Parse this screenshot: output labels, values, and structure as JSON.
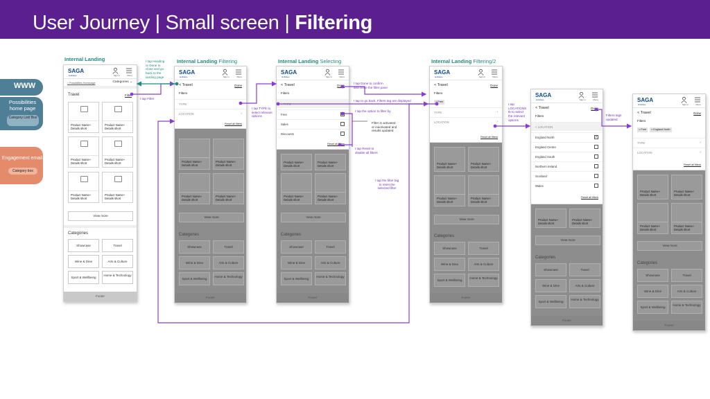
{
  "header": {
    "title_main": "User Journey | Small screen | ",
    "title_bold": "Filtering"
  },
  "sources": {
    "www": "WWW",
    "possibilities": "Possibilities home page",
    "possibilities_pill": "Category List/ Box",
    "engagement": "Engagement email",
    "engagement_pill": "Category box"
  },
  "common": {
    "logo": "SAGA",
    "logo_sub": "Holidays",
    "signin": "Sign in",
    "menu": "Menu",
    "product": "Product Name+ Details short",
    "view_more": "View more",
    "categories_title": "Categories",
    "categories": [
      "Showcase",
      "Travel",
      "Wine & Dine",
      "Arts & Culture",
      "Sport & Wellbeing",
      "Home & Technology"
    ],
    "footer": "Footer",
    "back_travel": "< Travel",
    "done": "Done",
    "filters": "Filters",
    "type": "TYPE",
    "location": "LOCATION",
    "reset": "Reset all filters",
    "back_type": "< TYPE",
    "back_location": "< LOCATION",
    "type_options": [
      "Free",
      "Sales",
      "Discounts"
    ],
    "location_options": [
      "England North",
      "England Centre",
      "England South",
      "Northern Ireland",
      "Scotland",
      "Wales"
    ],
    "tag_free": "× Free",
    "tag_england": "× England North",
    "landing_breadcrumb": "< Possibilities Homepage",
    "landing_categories": "Categories",
    "landing_travel": "Travel",
    "landing_filter": "Filter"
  },
  "screens": [
    {
      "label_bold": "Internal Landing",
      "label_rest": ""
    },
    {
      "label_bold": "Internal Landing",
      "label_rest": " Filtering"
    },
    {
      "label_bold": "Internal Landing",
      "label_rest": " Selecting"
    },
    {
      "label_bold": "Internal Landing",
      "label_rest": " Filtering/2"
    }
  ],
  "notes": {
    "heading_done": "I tap Heading\nor Done to\nclose and go\nback to the\nlanding page",
    "tap_filter": "I tap Filter",
    "tap_type": "I tap TYPE to\nselect relevant\noptions",
    "done_confirm": "I tap Done to confirm\nand close the filter pane",
    "go_back": "I tap to go back. Filters tag are displayed",
    "tap_option": "I tap the option to filter by",
    "activated": "Filter is activated\nor inactivated and\nresults updated",
    "reset": "I tap Reset to\ndisable all filters",
    "filter_tag": "I tap the filter tag\nto reset the\nselected filter",
    "tap_location": "I tap\nLOCATIONS\ntb to select\nthe relevant\noptions",
    "tags_updated": "Filters tags\nupdated"
  },
  "colors": {
    "header": "#5b1f8f",
    "purple": "#8a3bd6",
    "teal": "#1f8a80",
    "orange": "#e38b6a",
    "blue": "#4f7f97"
  }
}
